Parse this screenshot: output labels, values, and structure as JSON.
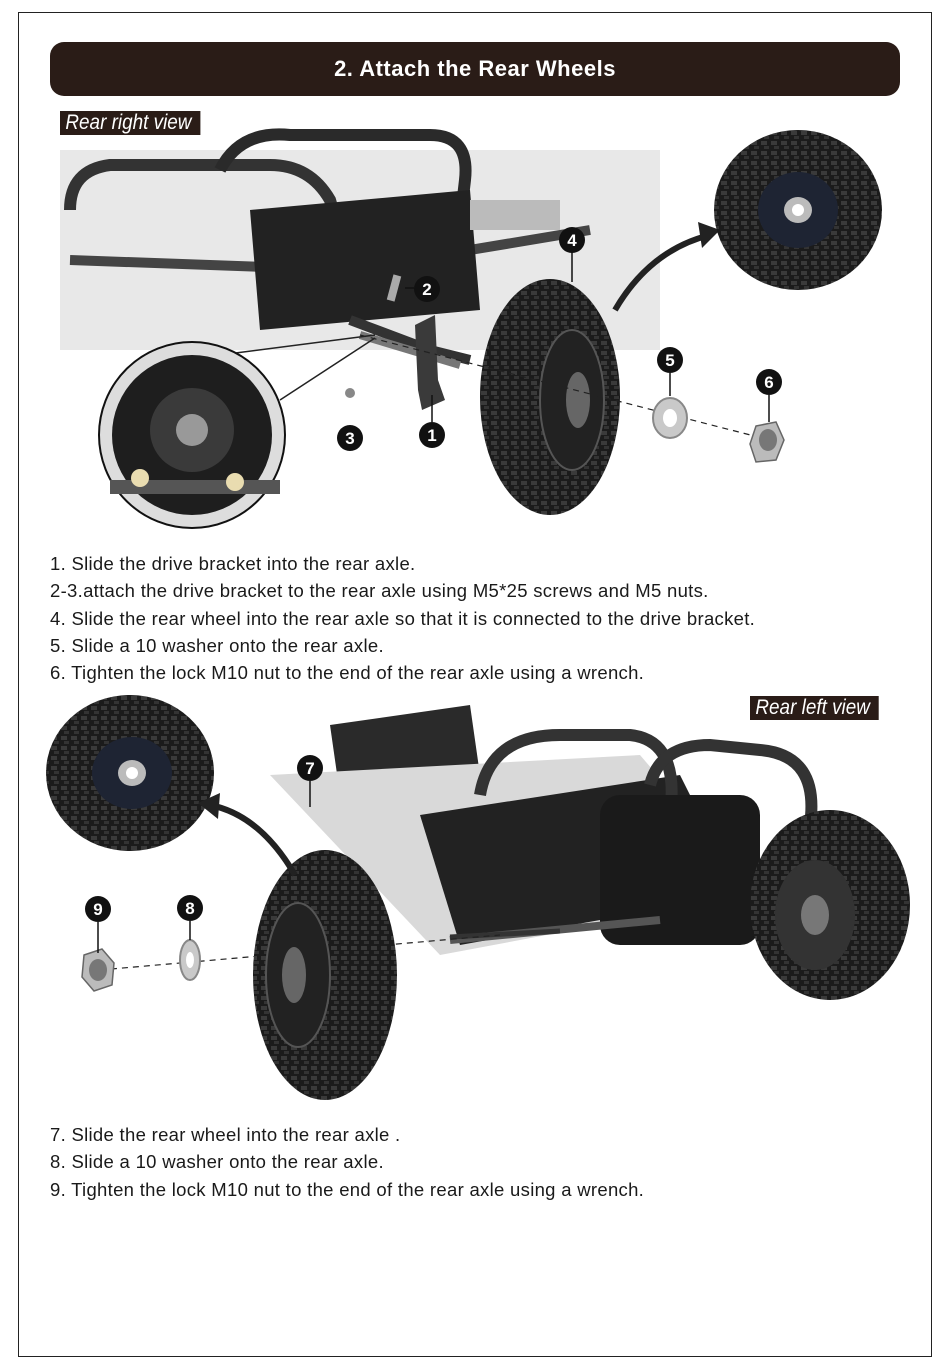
{
  "section": {
    "title": "2. Attach the Rear Wheels"
  },
  "views": {
    "top_label": "Rear right view",
    "bottom_label": "Rear left view"
  },
  "callouts": {
    "c1": "1",
    "c2": "2",
    "c3": "3",
    "c4": "4",
    "c5": "5",
    "c6": "6",
    "c7": "7",
    "c8": "8",
    "c9": "9"
  },
  "steps_top": [
    "1. Slide the drive bracket into the rear axle.",
    "2-3.attach the drive bracket to the rear axle using M5*25 screws and M5 nuts.",
    "4. Slide the rear wheel into the rear axle so that it is connected to the drive bracket.",
    "5. Slide a 10 washer onto the rear axle.",
    "6. Tighten the lock M10 nut to the end of the rear axle using a wrench."
  ],
  "steps_bottom": [
    "7. Slide the rear wheel into the rear axle .",
    "8. Slide a 10 washer onto the rear axle.",
    "9. Tighten the lock M10 nut to the end of the rear axle using a wrench."
  ]
}
